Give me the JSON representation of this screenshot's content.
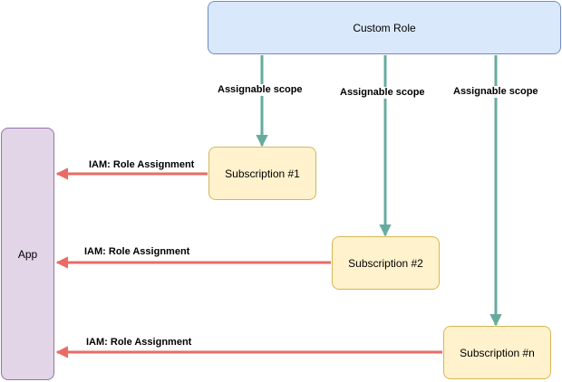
{
  "nodes": {
    "custom_role": "Custom Role",
    "app": "App",
    "subscription_1": "Subscription #1",
    "subscription_2": "Subscription #2",
    "subscription_n": "Subscription #n"
  },
  "edges": {
    "scope_label": "Assignable scope",
    "assignment_label": "IAM: Role Assignment"
  },
  "colors": {
    "custom_role_fill": "#dae8fc",
    "custom_role_stroke": "#6c8ebf",
    "app_fill": "#e1d5e7",
    "app_stroke": "#9673a6",
    "subscription_fill": "#fff2cc",
    "subscription_stroke": "#d6b656",
    "scope_arrow": "#67ab9f",
    "assignment_arrow": "#ea6b66"
  }
}
